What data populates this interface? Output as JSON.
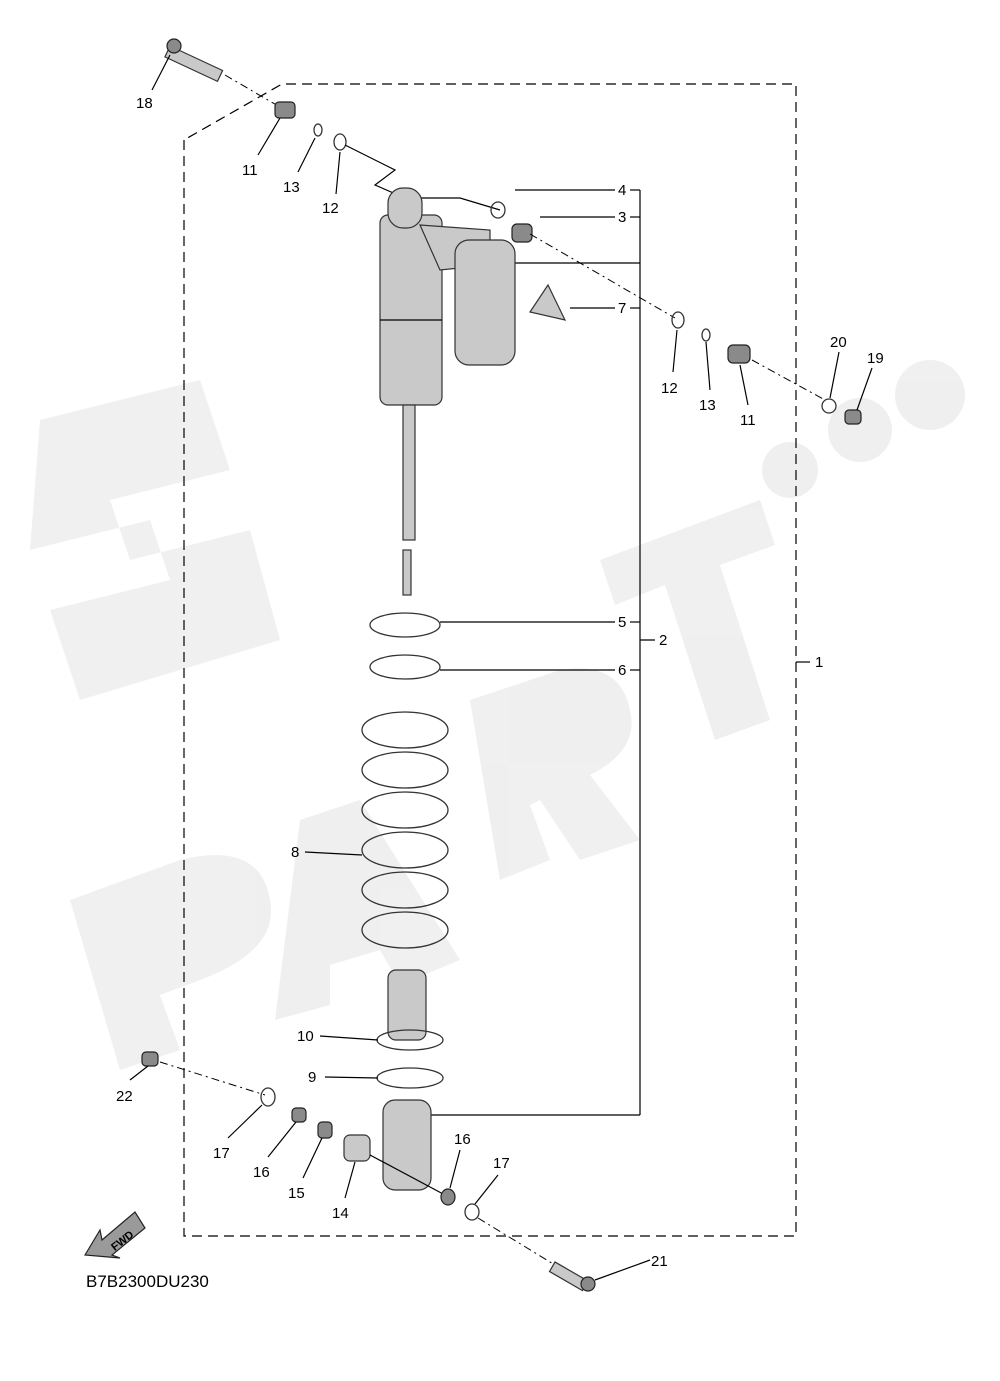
{
  "diagram": {
    "code": "B7B2300DU230",
    "fwd_label": "FWD",
    "colors": {
      "part_fill": "#c9c9c9",
      "line": "#000000",
      "watermark": "#eeeeee"
    },
    "callouts": {
      "c18": "18",
      "c11a": "11",
      "c13a": "13",
      "c12a": "12",
      "c4": "4",
      "c3": "3",
      "c7": "7",
      "c12b": "12",
      "c13b": "13",
      "c11b": "11",
      "c20": "20",
      "c19": "19",
      "c5": "5",
      "c2": "2",
      "c6": "6",
      "c1": "1",
      "c8": "8",
      "c10": "10",
      "c9": "9",
      "c22": "22",
      "c17a": "17",
      "c16a": "16",
      "c15": "15",
      "c14": "14",
      "c16b": "16",
      "c17b": "17",
      "c21": "21"
    }
  }
}
